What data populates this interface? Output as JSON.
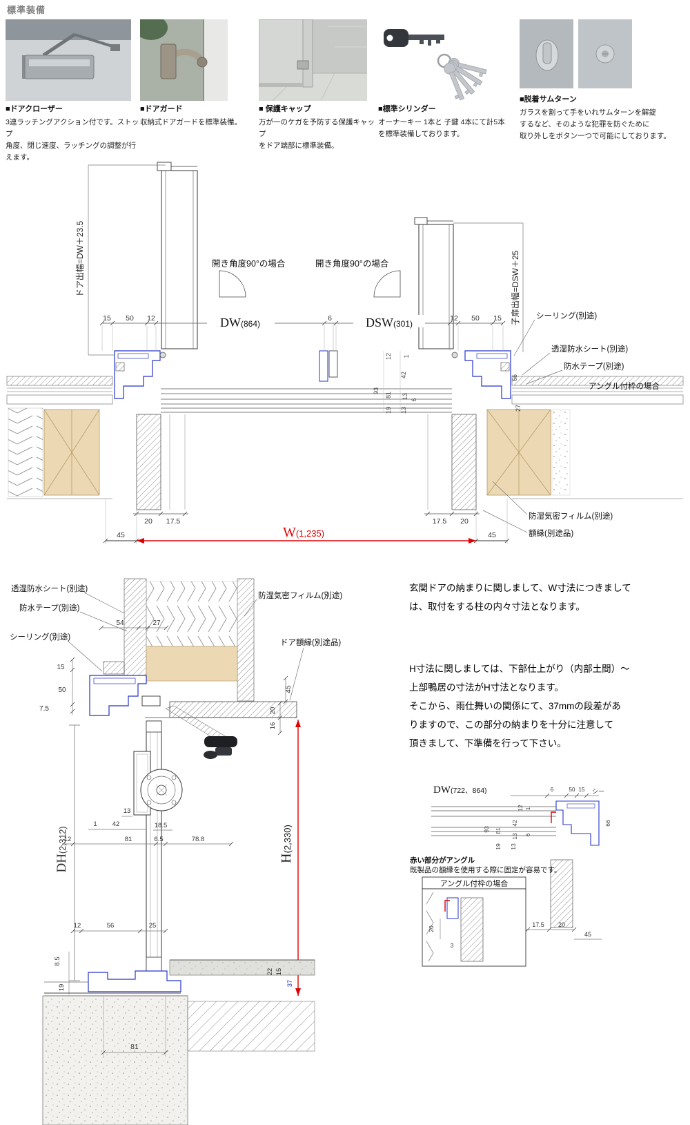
{
  "header": {
    "title": "標準装備",
    "items": [
      {
        "label": "■ドアクローザー",
        "lines": [
          "3連ラッチングアクション付です。ストップ",
          "角度、閉じ速度、ラッチングの調整が行えます。",
          ""
        ]
      },
      {
        "label": "■ドアガード",
        "lines": [
          "収納式ドアガードを標準装備。",
          "",
          ""
        ]
      },
      {
        "label": "■ 保護キャップ",
        "lines": [
          "万が一のケガを予防する保護キャップ",
          "をドア端部に標準装備。",
          ""
        ]
      },
      {
        "label": "■標準シリンダー",
        "lines": [
          "オーナーキー 1本と 子鍵 4本にて計5本",
          "を標準装備しております。",
          ""
        ]
      },
      {
        "label": "■脱着サムターン",
        "lines": [
          "ガラスを割って手をいれサムターンを解錠",
          "するなど、そのような犯罪を防ぐために",
          "取り外しをボタン一つで可能にしております。"
        ]
      }
    ]
  },
  "plan": {
    "rot_left": "ドア出幅=DW＋23.5",
    "rot_right": "子扉出幅=DSW＋25",
    "angle_case_left": "開き角度90°の場合",
    "angle_case_right": "開き角度90°の場合",
    "dw": "DW",
    "dw_val": "(864)",
    "dsw": "DSW",
    "dsw_val": "(301)",
    "top_dims": {
      "a15": "15",
      "a50": "50",
      "a12": "12",
      "c6": "6",
      "b12": "12",
      "b50": "50",
      "b15": "15"
    },
    "stack": [
      "12",
      "1",
      "42",
      "93",
      "81",
      "13",
      "6",
      "19",
      "13"
    ],
    "v66": "66",
    "v27": "27",
    "ann": {
      "sealing": "シーリング(別途)",
      "sheet": "透湿防水シート(別途)",
      "tape": "防水テープ(別途)",
      "angle_case": "アングル付枠の場合",
      "film": "防湿気密フィルム(別途)",
      "frame_opt": "額縁(別途品)"
    },
    "bottom": {
      "l20": "20",
      "l175": "17.5",
      "r175": "17.5",
      "r20": "20",
      "l45": "45",
      "r45": "45",
      "w": "W",
      "w_val": "(1,235)"
    }
  },
  "section": {
    "ann": {
      "sheet": "透湿防水シート(別途)",
      "tape": "防水テープ(別途)",
      "sealing": "シーリング(別途)",
      "film": "防湿気密フィルム(別途)",
      "door_frame": "ドア額縁(別途品)"
    },
    "dims": {
      "d54": "54",
      "d27": "27",
      "d15": "15",
      "d50": "50",
      "d7_5": "7.5",
      "d45": "45",
      "d20": "20",
      "d16": "16",
      "d13": "13",
      "d1": "1",
      "d42": "42",
      "d18_5": "18.5",
      "d12": "12",
      "d81": "81",
      "d6_5": "6.5",
      "d78_8": "78.8",
      "b12": "12",
      "b56": "56",
      "b25": "25",
      "d8_5": "8.5",
      "d19": "19",
      "d22": "22",
      "d15b": "15",
      "d37": "37",
      "d81b": "81"
    },
    "dh": "DH",
    "dh_val": "(2,312)",
    "h": "H",
    "h_val": "(2,330)"
  },
  "notes": {
    "p1": [
      "玄関ドアの納まりに関しまして、W寸法につきまして",
      "は、取付をする柱の内々寸法となります。"
    ],
    "p2": [
      "H寸法に関しましては、下部仕上がり（内部土間）～",
      "上部鴨居の寸法がH寸法となります。",
      "そこから、雨仕舞いの関係にて、37mmの段差があ",
      "りますので、この部分の納まりを十分に注意して",
      "頂きまして、下準備を行って下さい。"
    ]
  },
  "detail": {
    "dw": "DW",
    "dw_val": "(722、864)",
    "t6": "6",
    "t50": "50",
    "t15": "15",
    "trunc": "シー",
    "stack": [
      "12",
      "1",
      "42",
      "93",
      "81",
      "13",
      "6",
      "19",
      "13"
    ],
    "v66": "66",
    "note_bold": "赤い部分がアングル",
    "note": "既製品の額縁を使用する際に固定が容易です。",
    "box_label": "アングル付枠の場合",
    "d20": "20",
    "d3": "3",
    "d17_5": "17.5",
    "d20b": "20",
    "d45": "45"
  },
  "colors": {
    "frame_blue": "#2433cc",
    "dim_red": "#e00000",
    "wood_beige": "#ecd9b4"
  }
}
